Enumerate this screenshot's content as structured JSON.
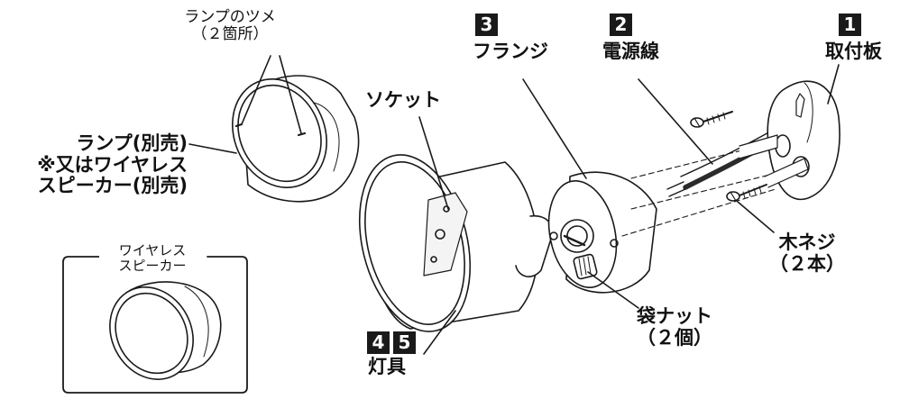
{
  "labels": {
    "lamp_tabs": "ランプのツメ",
    "lamp_tabs_count": "（２箇所）",
    "lamp": "ランプ(別売)",
    "or_wireless": "※又はワイヤレス",
    "speaker": "スピーカー(別売)",
    "socket": "ソケット",
    "flange": "フランジ",
    "power_cord": "電源線",
    "mounting_plate": "取付板",
    "wood_screw": "木ネジ",
    "wood_screw_count": "（２本）",
    "cap_nut": "袋ナット",
    "cap_nut_count": "（２個）",
    "fixture": "灯具"
  },
  "badges": {
    "mounting_plate": "1",
    "power_cord": "2",
    "flange": "3",
    "fixture_a": "4",
    "fixture_b": "5"
  },
  "inset": {
    "line1": "ワイヤレス",
    "line2": "スピーカー"
  },
  "colors": {
    "line": "#1a1a1a",
    "badge_bg": "#1a1a1a",
    "badge_text": "#ffffff",
    "cord": "#2b2b2b"
  }
}
